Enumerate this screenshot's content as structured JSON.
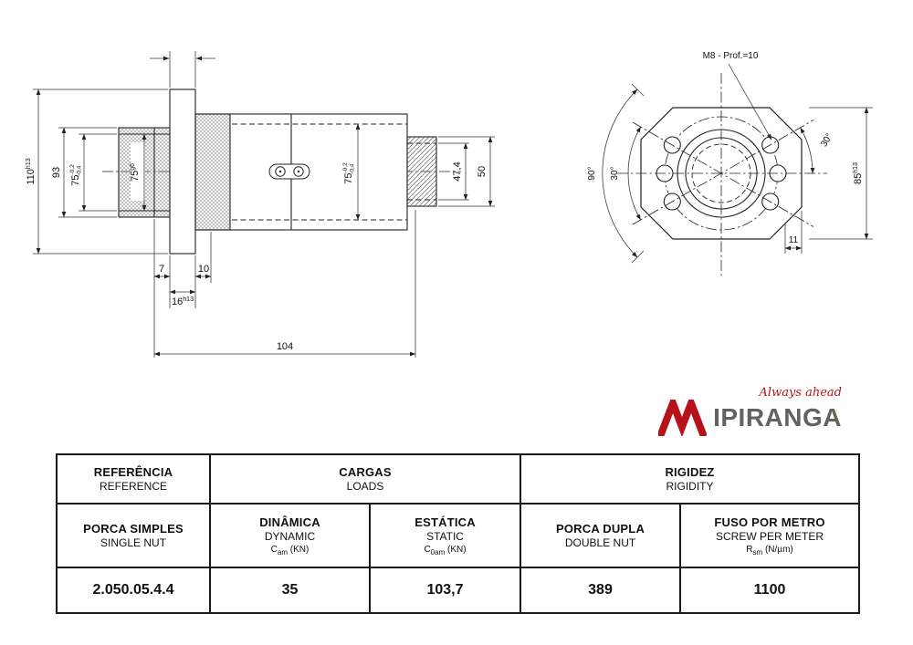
{
  "logo": {
    "tagline": "Always ahead",
    "brand": "IPIRANGA"
  },
  "side": {
    "flange_od_v": "110",
    "flange_od_s": "h13",
    "left_od": "93",
    "left_d_v": "75",
    "left_d_t1": "-0,2",
    "left_d_t2": "-0,4",
    "journal_v": "75",
    "journal_s": "g6",
    "root_v": "75",
    "root_t1": "-0,2",
    "root_t2": "-0,4",
    "step_root": "47,4",
    "step_od": "50",
    "off_a": "7",
    "off_b": "10",
    "flange_w_v": "16",
    "flange_w_s": "h13",
    "total_len": "104"
  },
  "front": {
    "thread_note": "M8 - Prof.=10",
    "angle_r": "30°",
    "angle_outer": "90°",
    "angle_inner": "30°",
    "height_v": "85",
    "height_s": "h13",
    "flat": "11"
  },
  "table": {
    "group1_pt": "REFERÊNCIA",
    "group1_en": "REFERENCE",
    "group2_pt": "CARGAS",
    "group2_en": "LOADS",
    "group3_pt": "RIGIDEZ",
    "group3_en": "RIGIDITY",
    "col1_pt": "PORCA SIMPLES",
    "col1_en": "SINGLE NUT",
    "col2_pt": "DINÂMICA",
    "col2_en": "DYNAMIC",
    "col2_sym": "C",
    "col2_sub": "am",
    "col2_unit": " (KN)",
    "col3_pt": "ESTÁTICA",
    "col3_en": "STATIC",
    "col3_sym": "C",
    "col3_sub": "0am",
    "col3_unit": " (KN)",
    "col4_pt": "PORCA DUPLA",
    "col4_en": "DOUBLE NUT",
    "col5_pt": "FUSO POR METRO",
    "col5_en": "SCREW PER METER",
    "col5_sym": "R",
    "col5_sub": "sm",
    "col5_unit": " (N/µm)",
    "val1": "2.050.05.4.4",
    "val2": "35",
    "val3": "103,7",
    "val4": "389",
    "val5": "1100"
  }
}
